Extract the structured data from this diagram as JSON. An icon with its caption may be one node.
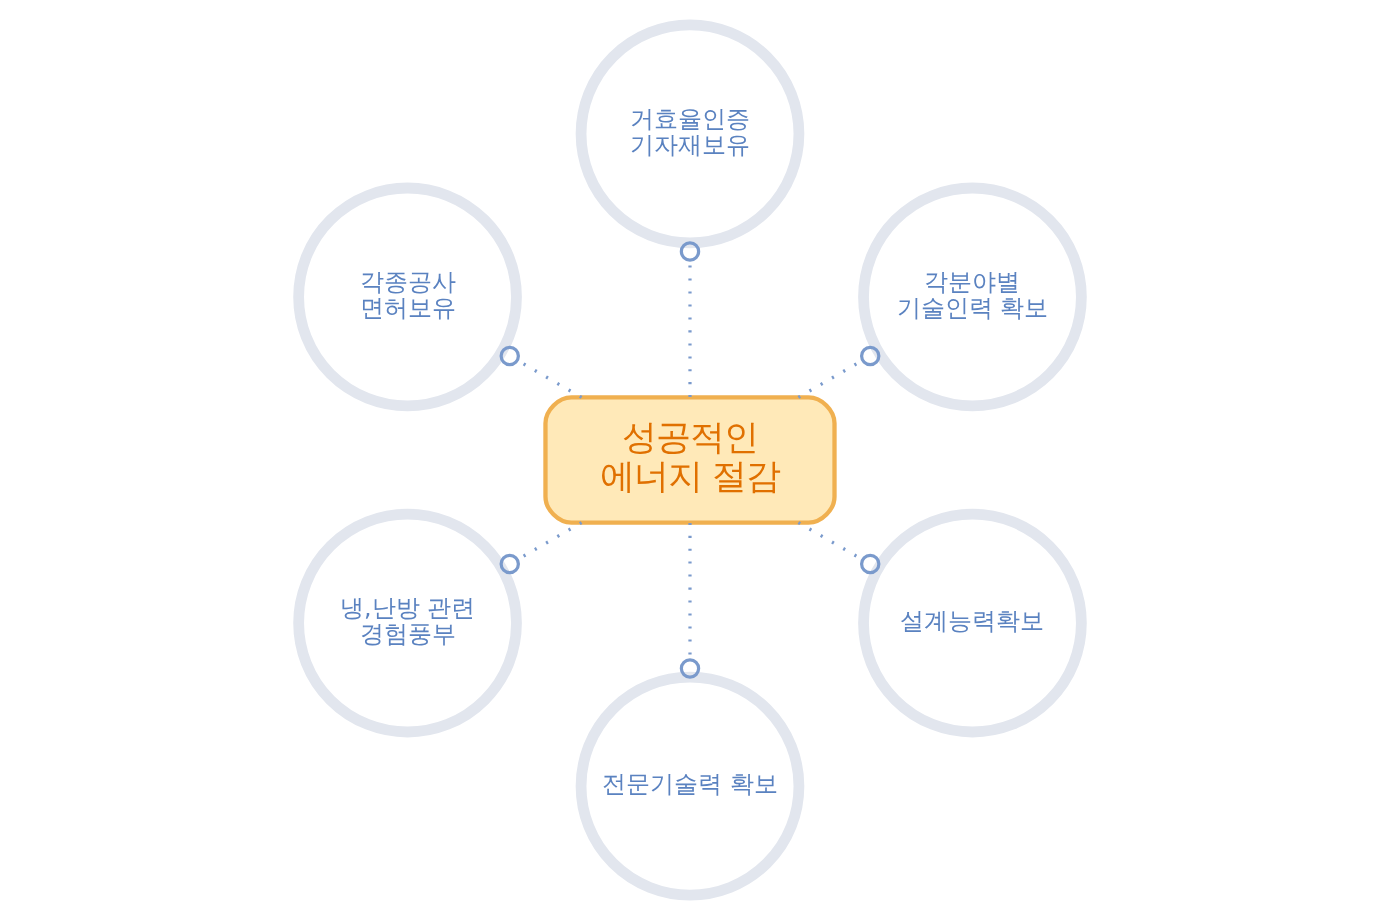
{
  "diagram": {
    "nodes": [
      {
        "text": [
          "각분야별 기술인력 확보"
        ]
      },
      {
        "text": [
          "거효율인증 기자재보유"
        ]
      },
      {
        "text": [
          "각종공사 면허보유"
        ]
      },
      {
        "text": [
          "성공적인 에너지 절감"
        ]
      },
      {
        "text": [
          "냉,난방 관련 경험풍부"
        ]
      },
      {
        "text": [
          "전문기술력 확보"
        ]
      },
      {
        "text": [
          "설계능력확보"
        ]
      }
    ],
    "edges": [
      {
        "from": 3,
        "to": 0,
        "arrow": "other",
        "style": "dashed"
      },
      {
        "from": 3,
        "to": 1,
        "arrow": "other",
        "style": "dashed"
      },
      {
        "from": 3,
        "to": 2,
        "arrow": "other",
        "style": "dashed"
      },
      {
        "from": 3,
        "to": 4,
        "arrow": "other",
        "style": "dashed"
      },
      {
        "from": 3,
        "to": 5,
        "arrow": "other",
        "style": "dashed"
      },
      {
        "from": 3,
        "to": 6,
        "arrow": "other",
        "style": "dashed"
      }
    ]
  }
}
